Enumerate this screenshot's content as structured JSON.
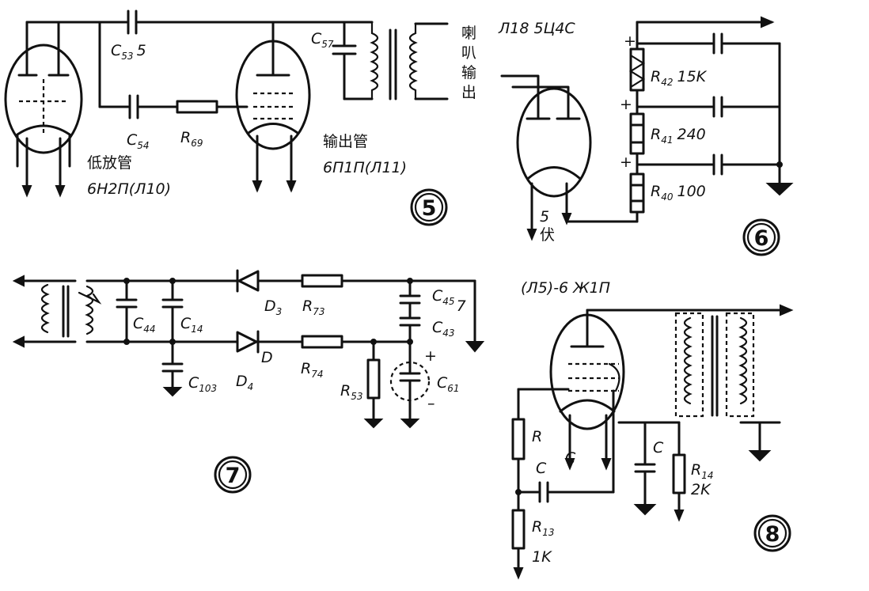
{
  "fig5": {
    "number": "5",
    "c53": "C",
    "c53_sub": "53",
    "c53_val": "5",
    "c54": "C",
    "c54_sub": "54",
    "r69": "R",
    "r69_sub": "69",
    "c57": "C",
    "c57_sub": "57",
    "speaker": [
      "喇",
      "叭",
      "输",
      "出"
    ],
    "low_amp_label": "低放管",
    "low_amp_tube": "6H2П(Л10)",
    "out_label": "输出管",
    "out_tube": "6П1П(Л11)"
  },
  "fig6": {
    "number": "6",
    "tube": "Л18  5Ц4С",
    "r42": "R",
    "r42_sub": "42",
    "r42_val": "15K",
    "r41": "R",
    "r41_sub": "41",
    "r41_val": "240",
    "r40": "R",
    "r40_sub": "40",
    "r40_val": "100",
    "heater_v": "5",
    "heater_unit": "伏",
    "plus": "+"
  },
  "fig7": {
    "number": "7",
    "c44": "C",
    "c44_sub": "44",
    "c14": "C",
    "c14_sub": "14",
    "c103": "C",
    "c103_sub": "103",
    "d3": "D",
    "d3_sub": "3",
    "d4": "D",
    "d4_sub": "4",
    "d_mark": "D",
    "r73": "R",
    "r73_sub": "73",
    "r74": "R",
    "r74_sub": "74",
    "r53": "R",
    "r53_sub": "53",
    "c45": "C",
    "c45_sub": "45",
    "c45_mark": "7",
    "c43": "C",
    "c43_sub": "43",
    "c61": "C",
    "c61_sub": "61",
    "plus": "+",
    "minus": "–"
  },
  "fig8": {
    "number": "8",
    "tube": "(Л5)-6 Ж1П",
    "r": "R",
    "c1": "C",
    "c2": "C",
    "c3": "C",
    "r14": "R",
    "r14_sub": "14",
    "r14_val": "2K",
    "r13": "R",
    "r13_sub": "13",
    "r13_val": "1K"
  }
}
